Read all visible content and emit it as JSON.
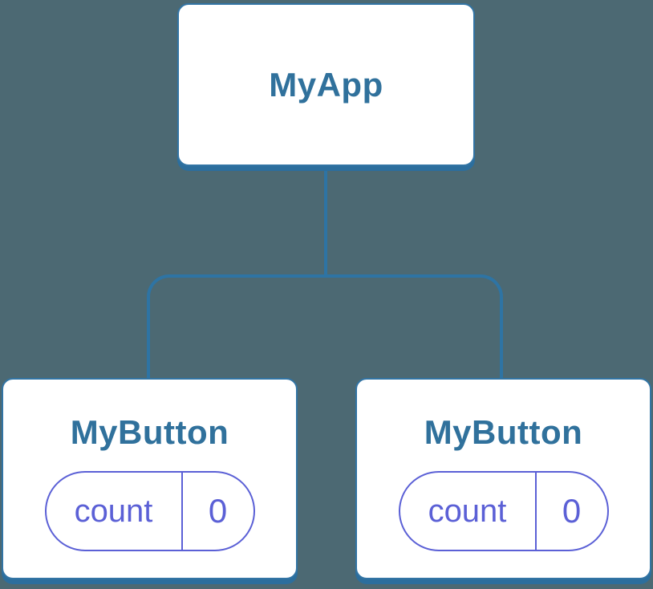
{
  "diagram": {
    "type": "component-tree",
    "nodes": {
      "root": {
        "label": "MyApp"
      },
      "children": [
        {
          "label": "MyButton",
          "state": {
            "key": "count",
            "value": "0"
          }
        },
        {
          "label": "MyButton",
          "state": {
            "key": "count",
            "value": "0"
          }
        }
      ]
    },
    "colors": {
      "background": "#4C6973",
      "connector": "#2E74A4",
      "node_border": "#3274A4",
      "node_shadow": "#2C6E9D",
      "node_fill": "#FFFFFF",
      "label_text": "#30719C",
      "state_accent": "#5B60D6"
    }
  }
}
